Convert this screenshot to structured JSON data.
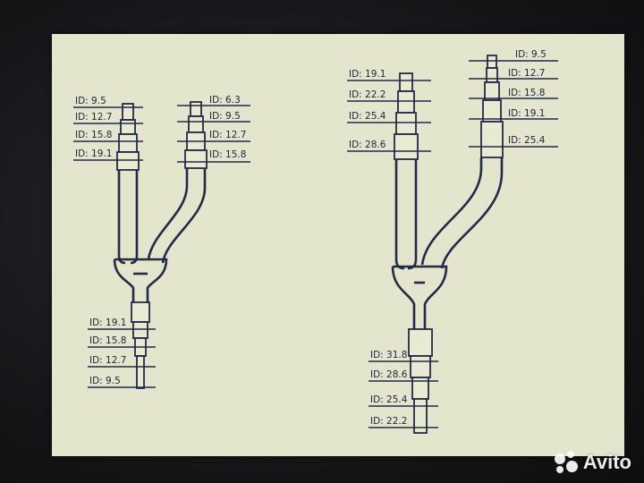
{
  "colors": {
    "panel": "#e3e5cc",
    "line": "#232a48",
    "text": "#1d2440"
  },
  "diagram": {
    "small_joint": {
      "left_branch_labels": [
        "ID: 9.5",
        "ID: 12.7",
        "ID: 15.8",
        "ID: 19.1"
      ],
      "right_branch_labels": [
        "ID: 6.3",
        "ID: 9.5",
        "ID: 12.7",
        "ID: 15.8"
      ],
      "trunk_labels": [
        "ID: 19.1",
        "ID: 15.8",
        "ID: 12.7",
        "ID: 9.5"
      ]
    },
    "large_joint": {
      "left_branch_labels": [
        "ID: 19.1",
        "ID: 22.2",
        "ID: 25.4",
        "ID: 28.6"
      ],
      "right_branch_labels": [
        "ID: 9.5",
        "ID: 12.7",
        "ID: 15.8",
        "ID: 19.1",
        "ID: 25.4"
      ],
      "trunk_labels": [
        "ID: 31.8",
        "ID: 28.6",
        "ID: 25.4",
        "ID: 22.2"
      ]
    }
  },
  "watermark": {
    "text": "Avito",
    "icon": "avito-logo-icon"
  }
}
